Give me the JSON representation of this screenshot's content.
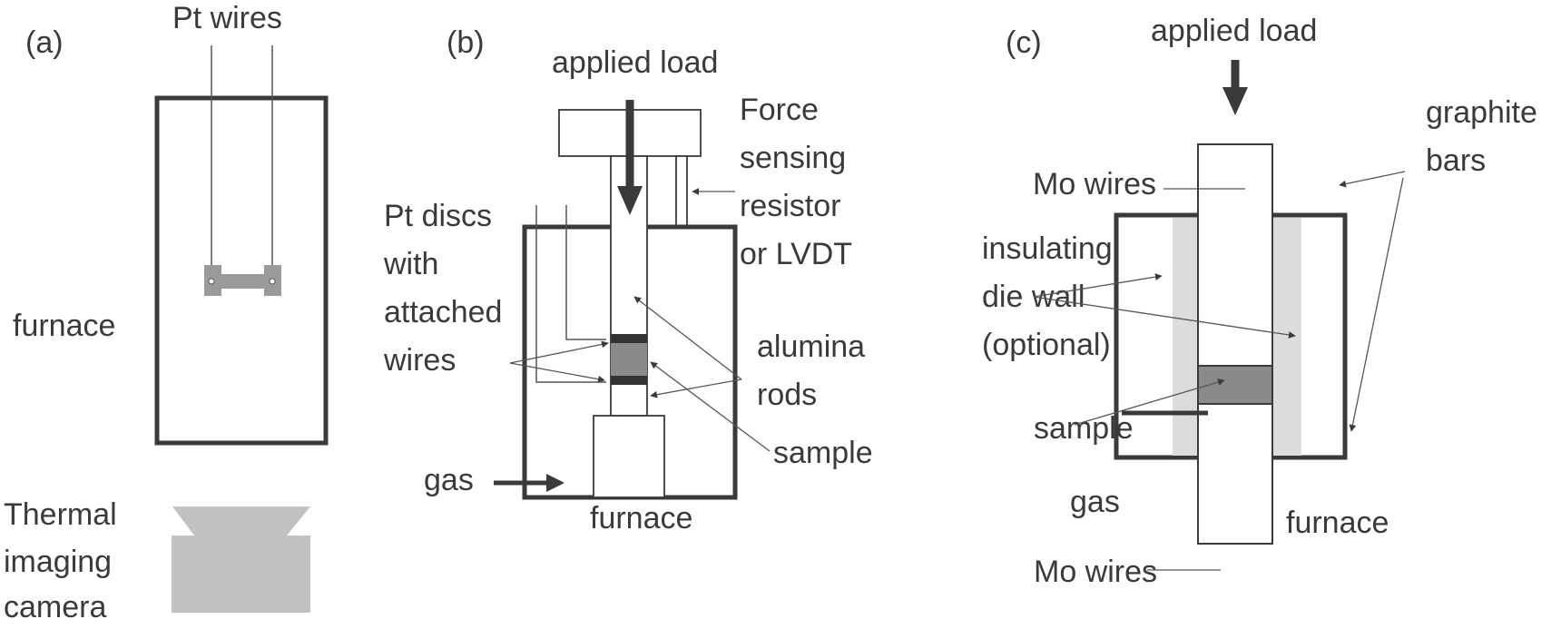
{
  "panels": {
    "a": {
      "tag": "(a)",
      "labels": {
        "pt_wires": "Pt wires",
        "furnace": "furnace",
        "camera_line1": "Thermal",
        "camera_line2": "imaging",
        "camera_line3": "camera"
      }
    },
    "b": {
      "tag": "(b)",
      "labels": {
        "applied_load": "applied load",
        "force_line1": "Force",
        "force_line2": "sensing",
        "force_line3": "resistor",
        "force_line4": "or LVDT",
        "pt_line1": "Pt discs",
        "pt_line2": "with",
        "pt_line3": "attached",
        "pt_line4": "wires",
        "alumina_line1": "alumina",
        "alumina_line2": "rods",
        "sample": "sample",
        "gas": "gas",
        "furnace": "furnace"
      }
    },
    "c": {
      "tag": "(c)",
      "labels": {
        "applied_load": "applied load",
        "graphite_line1": "graphite",
        "graphite_line2": "bars",
        "mo_wires_top": "Mo wires",
        "insulating_line1": "insulating",
        "insulating_line2": "die wall",
        "insulating_line3": "(optional)",
        "sample": "sample",
        "gas": "gas",
        "furnace": "furnace",
        "mo_wires_bottom": "Mo wires"
      }
    }
  },
  "colors": {
    "outline": "#3a3a3a",
    "sample_fill": "#8a8a8c",
    "disc_fill": "#333333",
    "camera_fill": "#c0c1c3",
    "die_wall_fill": "#dcdcde",
    "specimen_fill": "#9a9a9c"
  }
}
